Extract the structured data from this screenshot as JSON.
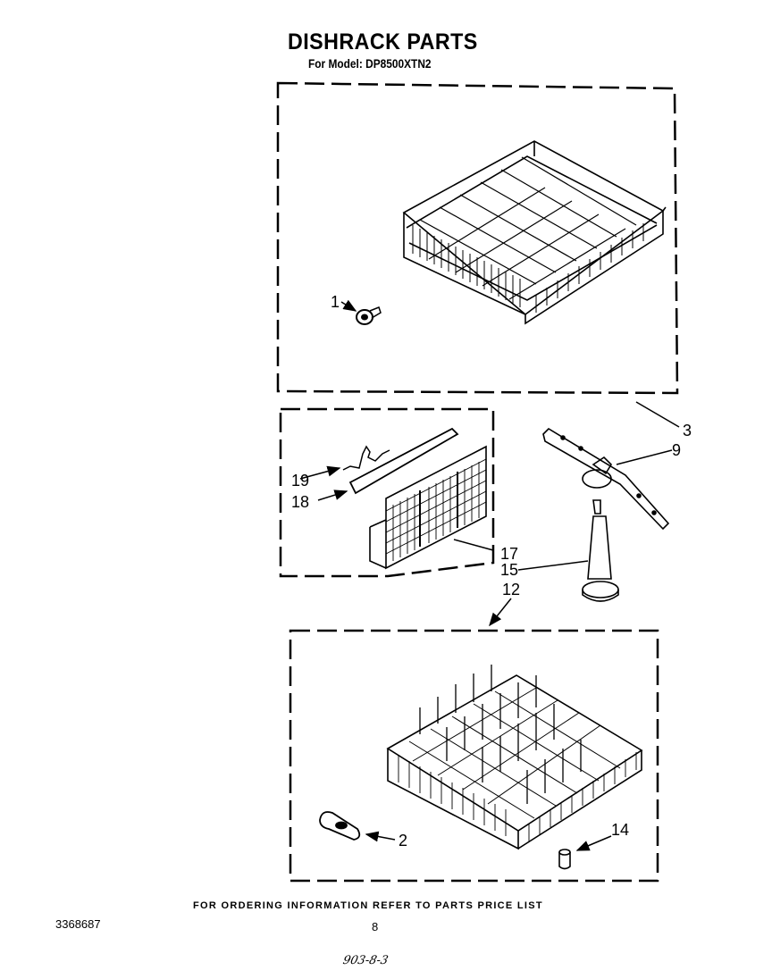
{
  "header": {
    "title": "DISHRACK PARTS",
    "subtitle": "For Model: DP8500XTN2"
  },
  "callouts": {
    "c1": "1",
    "c2": "2",
    "c3": "3",
    "c9": "9",
    "c12": "12",
    "c14": "14",
    "c15": "15",
    "c17": "17",
    "c18": "18",
    "c19": "19"
  },
  "footer": {
    "ordering_note": "FOR ORDERING INFORMATION REFER TO PARTS PRICE LIST",
    "document_number": "3368687",
    "page_number": "8",
    "handwritten_note": "903-8-3"
  }
}
